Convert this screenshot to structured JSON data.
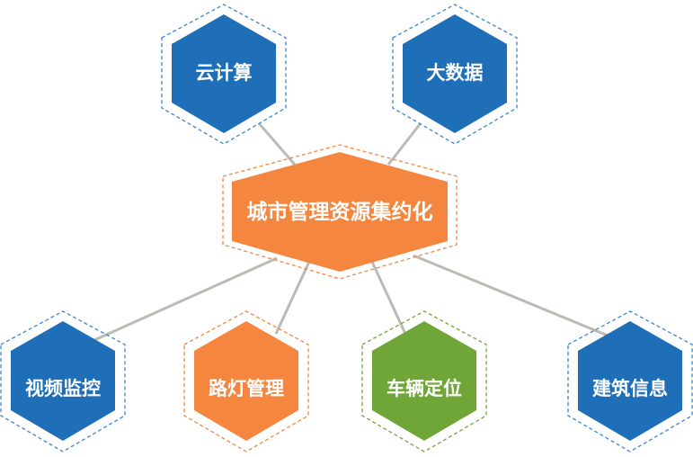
{
  "center": {
    "label": "城市管理资源集约化",
    "color": "#F5863F",
    "outline_color": "#F5863F"
  },
  "nodes": [
    {
      "id": "cloud-computing",
      "label": "云计算",
      "color": "#1F6EB8",
      "outline_color": "#3A86CF"
    },
    {
      "id": "big-data",
      "label": "大数据",
      "color": "#1F6EB8",
      "outline_color": "#3A86CF"
    },
    {
      "id": "video-surveillance",
      "label": "视频监控",
      "color": "#1F6EB8",
      "outline_color": "#3A86CF"
    },
    {
      "id": "street-light-management",
      "label": "路灯管理",
      "color": "#F5863F",
      "outline_color": "#F5863F"
    },
    {
      "id": "vehicle-positioning",
      "label": "车辆定位",
      "color": "#6FA637",
      "outline_color": "#6FA637"
    },
    {
      "id": "building-information",
      "label": "建筑信息",
      "color": "#1F6EB8",
      "outline_color": "#3A86CF"
    }
  ],
  "connector_color": "#BDB9B4"
}
